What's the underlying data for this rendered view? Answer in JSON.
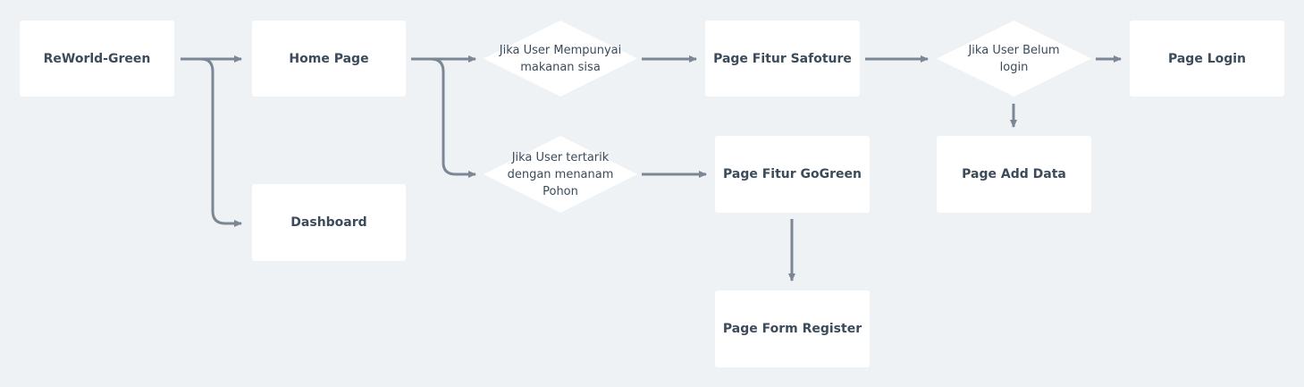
{
  "colors": {
    "background": "#eff2f5",
    "node_fill": "#ffffff",
    "edge": "#7b8794",
    "text": "#3c4b5a"
  },
  "nodes": {
    "reworld_green": "ReWorld-Green",
    "home_page": "Home Page",
    "dashboard": "Dashboard",
    "decision_makanan": "Jika User Mempunyai\nmakanan sisa",
    "decision_tanam": "Jika User tertarik\ndengan menanam\nPohon",
    "page_fitur_safoture": "Page Fitur Safoture",
    "page_fitur_gogreen": "Page Fitur GoGreen",
    "page_form_register": "Page Form Register",
    "decision_login": "Jika User Belum\nlogin",
    "page_login": "Page Login",
    "page_add_data": "Page Add Data"
  }
}
